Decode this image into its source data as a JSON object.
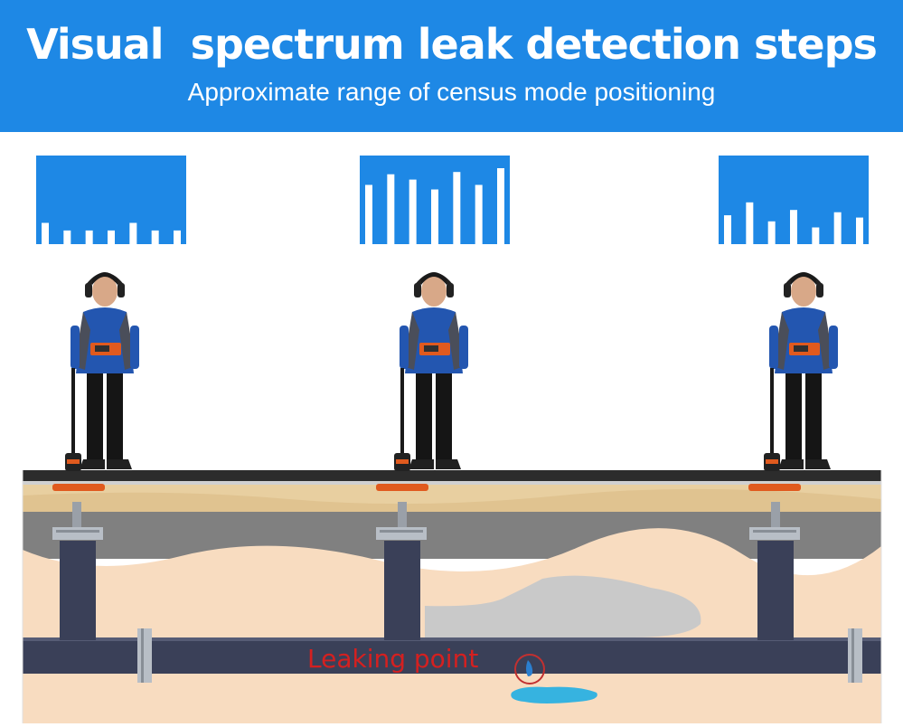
{
  "header": {
    "title": "Visual  spectrum leak detection steps",
    "subtitle": "Approximate range of census mode positioning"
  },
  "labels": {
    "leak_point": "Leaking point"
  },
  "spectra": [
    {
      "position": "left",
      "bars": [
        0.28,
        0.18,
        0.18,
        0.18,
        0.28,
        0.18,
        0.18
      ]
    },
    {
      "position": "center",
      "bars": [
        0.78,
        0.92,
        0.85,
        0.72,
        0.95,
        0.78,
        1.0
      ]
    },
    {
      "position": "right",
      "bars": [
        0.38,
        0.55,
        0.3,
        0.45,
        0.22,
        0.42,
        0.35
      ]
    }
  ],
  "colors": {
    "header_bg": "#1e88e5",
    "spectrum": "#1e88e5",
    "pipe": "#3a4058",
    "soil_dark": "#808080",
    "soil_light": "#f8dcc0",
    "sand": "#e8cfa0",
    "leak_label": "#d42020",
    "water": "#36b3e0"
  },
  "icons": [
    "person-with-detector-icon",
    "water-drop-icon"
  ]
}
